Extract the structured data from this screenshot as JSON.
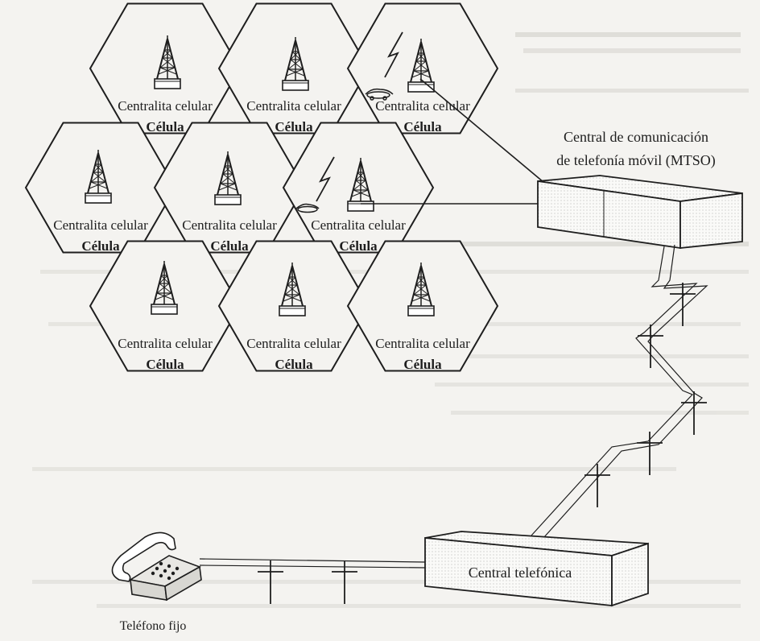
{
  "colors": {
    "ink": "#1e1e1e",
    "paper": "#f4f3f0",
    "ghost_text": "#b8b6b0"
  },
  "cells": [
    {
      "centralita": "Centralita celular",
      "celula": "Célula"
    },
    {
      "centralita": "Centralita celular",
      "celula": "Célula"
    },
    {
      "centralita": "Centralita celular",
      "celula": "Célula"
    },
    {
      "centralita": "Centralita celular",
      "celula": "Célula"
    },
    {
      "centralita": "Centralita celular",
      "celula": "Célula"
    },
    {
      "centralita": "Centralita celular",
      "celula": "Célula"
    },
    {
      "centralita": "Centralita celular",
      "celula": "Célula"
    },
    {
      "centralita": "Centralita celular",
      "celula": "Célula"
    },
    {
      "centralita": "Centralita celular",
      "celula": "Célula"
    }
  ],
  "mtso": {
    "title_line1": "Central de comunicación",
    "title_line2": "de telefonía móvil (MTSO)"
  },
  "central_telefonica": {
    "label": "Central telefónica"
  },
  "telefono_fijo": {
    "label": "Teléfono fijo"
  },
  "icons": {
    "tower": "cell-tower-icon",
    "phone": "desk-phone-icon",
    "pole": "telephone-pole-icon",
    "lightning": "lightning-icon",
    "mobile": "mobile-phone-icon"
  }
}
